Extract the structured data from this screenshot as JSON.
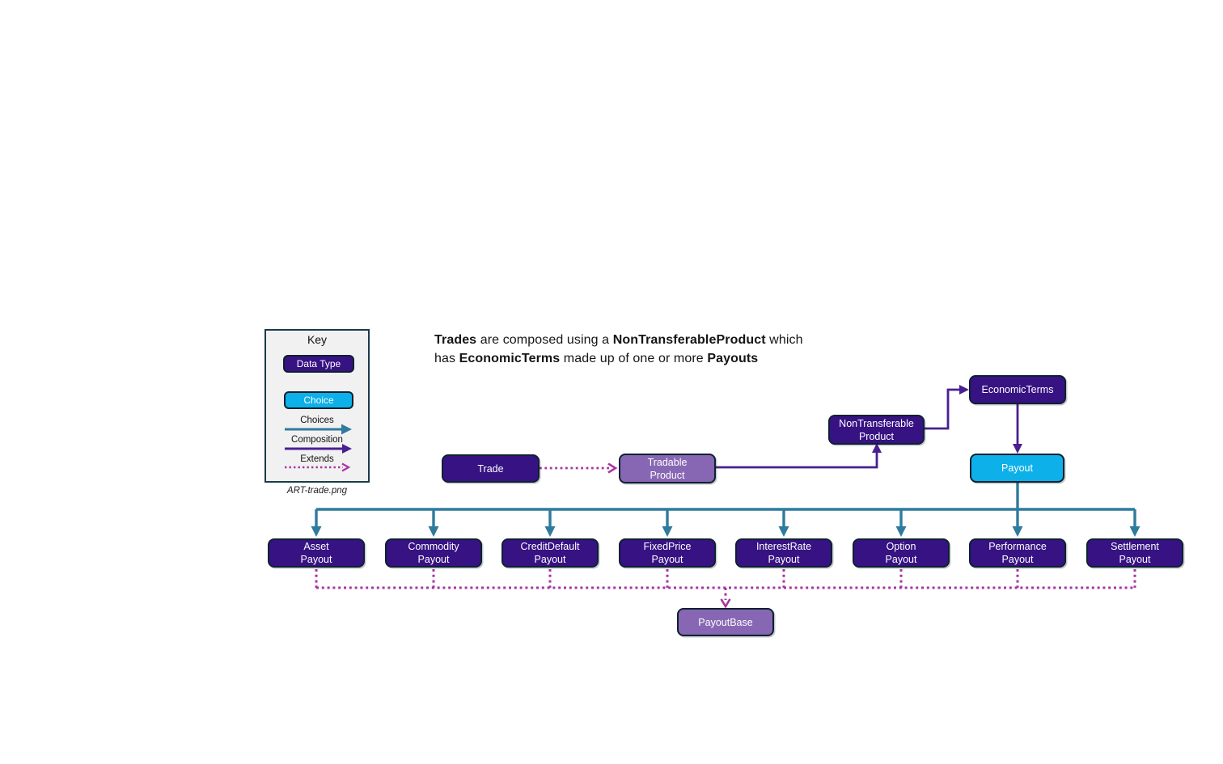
{
  "headline": {
    "line1": [
      {
        "text": "Trades",
        "bold": true
      },
      {
        "text": " are composed using a ",
        "bold": false
      },
      {
        "text": "NonTransferableProduct",
        "bold": true
      },
      {
        "text": " which",
        "bold": false
      }
    ],
    "line2": [
      {
        "text": "has ",
        "bold": false
      },
      {
        "text": "EconomicTerms",
        "bold": true
      },
      {
        "text": " made up of one or more ",
        "bold": false
      },
      {
        "text": "Payouts",
        "bold": true
      }
    ]
  },
  "key": {
    "title": "Key",
    "data_type": "Data Type",
    "choice": "Choice",
    "choices_label": "Choices",
    "composition_label": "Composition",
    "extends_label": "Extends",
    "caption": "ART-trade.png"
  },
  "nodes": {
    "trade": "Trade",
    "tradable_product": "Tradable\nProduct",
    "non_transferable_product": "NonTransferable\nProduct",
    "economic_terms": "EconomicTerms",
    "payout": "Payout",
    "payout_base": "PayoutBase",
    "payout_types": [
      "Asset\nPayout",
      "Commodity\nPayout",
      "CreditDefault\nPayout",
      "FixedPrice\nPayout",
      "InterestRate\nPayout",
      "Option\nPayout",
      "Performance\nPayout",
      "Settlement\nPayout"
    ]
  },
  "colors": {
    "data_type_fill": "#371283",
    "choice_fill": "#0db0e8",
    "extends_node_fill": "#8767b3",
    "node_border": "#0d2130",
    "choices_arrow": "#2e7b9d",
    "composition_arrow": "#4a1f92",
    "extends_arrow": "#a735a3",
    "key_panel_fill": "#f1f1f1",
    "key_panel_border": "#1b3a4d"
  }
}
